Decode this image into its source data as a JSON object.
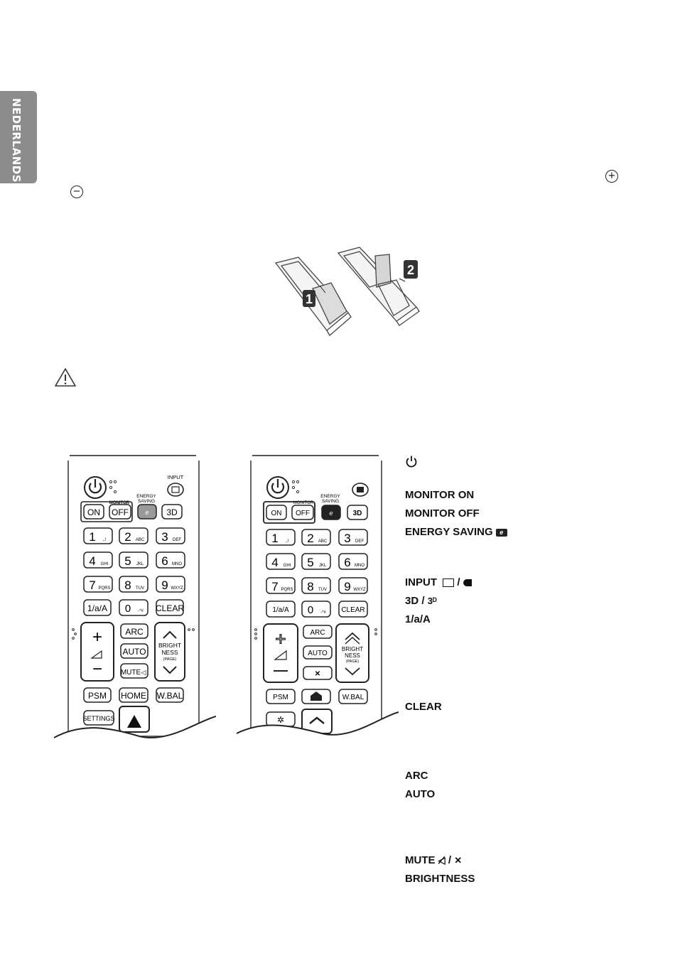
{
  "sidebar": {
    "language": "NEDERLANDS"
  },
  "battery_figure": {
    "step1": "1",
    "step2": "2"
  },
  "remote_old": {
    "input_label": "INPUT",
    "monitor_label": "MONITOR",
    "energy_label_1": "ENERGY",
    "energy_label_2": "SAVING",
    "on": "ON",
    "off": "OFF",
    "three_d": "3D",
    "digits": [
      {
        "n": "1",
        "sub": ".,!"
      },
      {
        "n": "2",
        "sub": "ABC"
      },
      {
        "n": "3",
        "sub": "DEF"
      },
      {
        "n": "4",
        "sub": "GHI"
      },
      {
        "n": "5",
        "sub": "JKL"
      },
      {
        "n": "6",
        "sub": "MNO"
      },
      {
        "n": "7",
        "sub": "PQRS"
      },
      {
        "n": "8",
        "sub": "TUV"
      },
      {
        "n": "9",
        "sub": "WXYZ"
      }
    ],
    "one_a": "1/a/A",
    "zero": "0",
    "zero_sub": "-*#",
    "clear": "CLEAR",
    "arc": "ARC",
    "auto": "AUTO",
    "mute": "MUTE",
    "bright_1": "BRIGHT",
    "bright_2": "NESS",
    "page": "(PAGE)",
    "psm": "PSM",
    "home": "HOME",
    "wbal": "W.BAL",
    "settings": "SETTINGS"
  },
  "remote_new": {
    "monitor_label": "MONITOR",
    "energy_label_1": "ENERGY",
    "energy_label_2": "SAVING",
    "on": "ON",
    "off": "OFF",
    "three_d": "3D",
    "one_a": "1/a/A",
    "clear": "CLEAR",
    "arc": "ARC",
    "auto": "AUTO",
    "bright_1": "BRIGHT",
    "bright_2": "NESS",
    "page": "(PAGE)",
    "psm": "PSM",
    "wbal": "W.BAL"
  },
  "button_labels": {
    "monitor_on": "MONITOR ON",
    "monitor_off": "MONITOR OFF",
    "energy_saving": "ENERGY SAVING",
    "input": "INPUT",
    "slash": "/",
    "three_d": "3D /",
    "one_a": "1/a/A",
    "clear": "CLEAR",
    "arc": "ARC",
    "auto": "AUTO",
    "mute": "MUTE",
    "brightness": "BRIGHTNESS"
  },
  "icons": {
    "plus": "plus-circle-icon",
    "minus": "minus-circle-icon",
    "warning": "warning-triangle-icon",
    "power": "power-icon"
  }
}
